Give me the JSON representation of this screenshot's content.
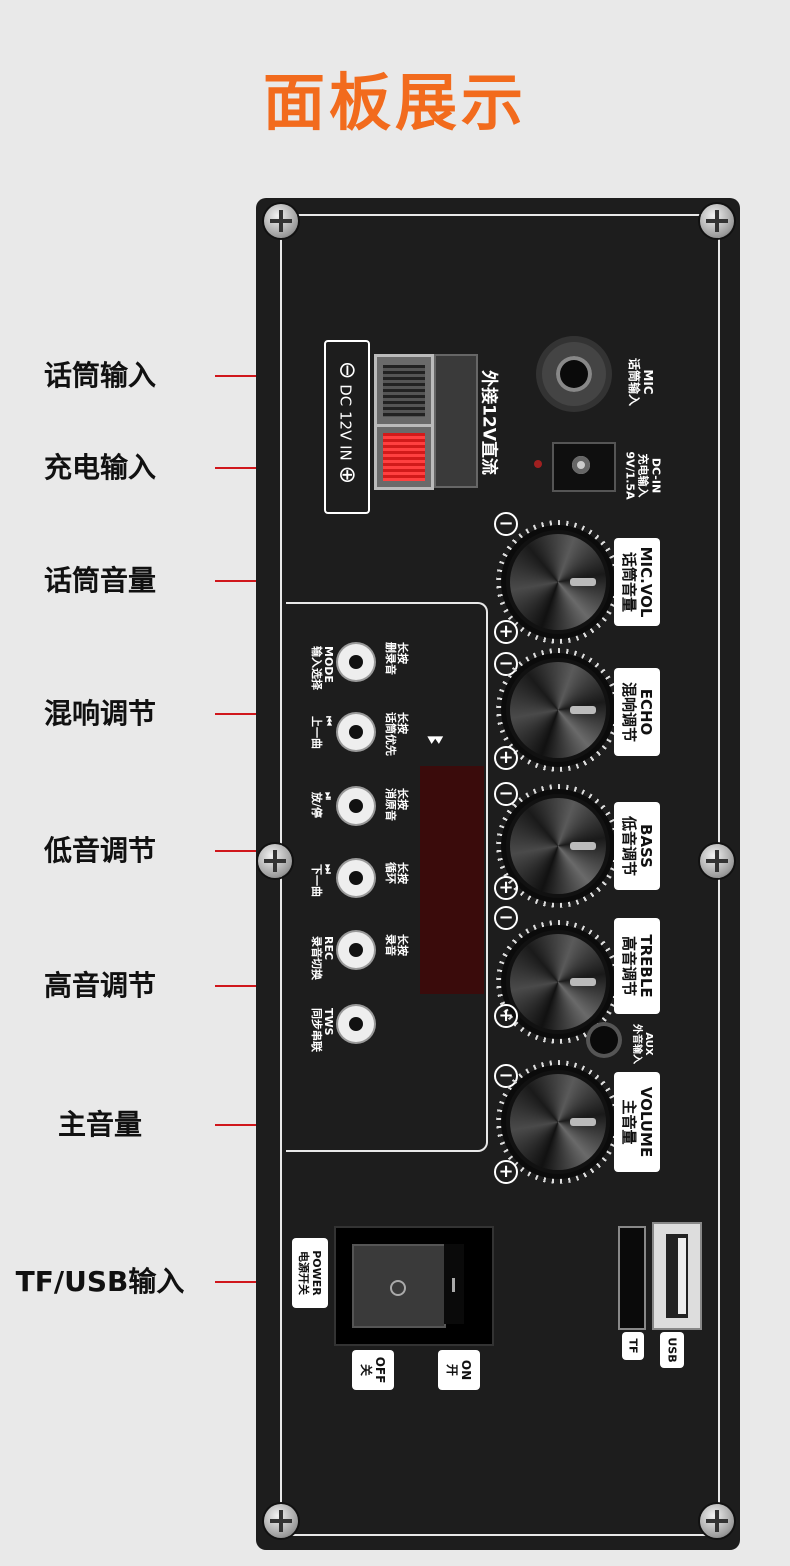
{
  "title": "面板展示",
  "callouts": [
    {
      "label": "话筒输入"
    },
    {
      "label": "充电输入"
    },
    {
      "label": "话筒音量"
    },
    {
      "label": "混响调节"
    },
    {
      "label": "低音调节"
    },
    {
      "label": "高音调节"
    },
    {
      "label": "主音量"
    },
    {
      "label": "TF/USB输入"
    }
  ],
  "panel": {
    "dc_box": {
      "minus": "⊖",
      "text": "DC  12V  IN",
      "plus": "⊕"
    },
    "ext_label": "外接12V直流",
    "mic_jack": {
      "line1": "MIC",
      "line2": "话筒输入"
    },
    "dc_jack": {
      "line1": "DC-IN",
      "line2": "充电输入",
      "line3": "9V/1.5A"
    },
    "bt_logo": "ꔪ",
    "knobs": [
      {
        "line1": "MIC.VOL",
        "line2": "话筒音量"
      },
      {
        "line1": "ECHO",
        "line2": "混响调节"
      },
      {
        "line1": "BASS",
        "line2": "低音调节"
      },
      {
        "line1": "TREBLE",
        "line2": "高音调节"
      },
      {
        "line1": "VOLUME",
        "line2": "主音量"
      }
    ],
    "aux": {
      "line1": "AUX",
      "line2": "外音输入"
    },
    "buttons": [
      {
        "top": "长按",
        "top2": "删录音",
        "bottom": "MODE",
        "bottom2": "输入选择"
      },
      {
        "top": "长按",
        "top2": "话筒优先",
        "bottom": "⏮",
        "bottom2": "上一曲"
      },
      {
        "top": "长按",
        "top2": "消原音",
        "bottom": "⏯",
        "bottom2": "放/停"
      },
      {
        "top": "长按",
        "top2": "循环",
        "bottom": "⏭",
        "bottom2": "下一曲"
      },
      {
        "top": "长按",
        "top2": "录音",
        "bottom": "REC",
        "bottom2": "录音切换"
      },
      {
        "top": "",
        "top2": "",
        "bottom": "TWS",
        "bottom2": "同步串联"
      }
    ],
    "power": {
      "line1": "POWER",
      "line2": "电源开关",
      "off1": "OFF",
      "off2": "关",
      "on1": "ON",
      "on2": "开"
    },
    "tf_label": "TF",
    "usb_label": "USB"
  },
  "colors": {
    "accent": "#f26b1d",
    "callout_line": "#d0171c",
    "panel": "#1d1d1d"
  }
}
